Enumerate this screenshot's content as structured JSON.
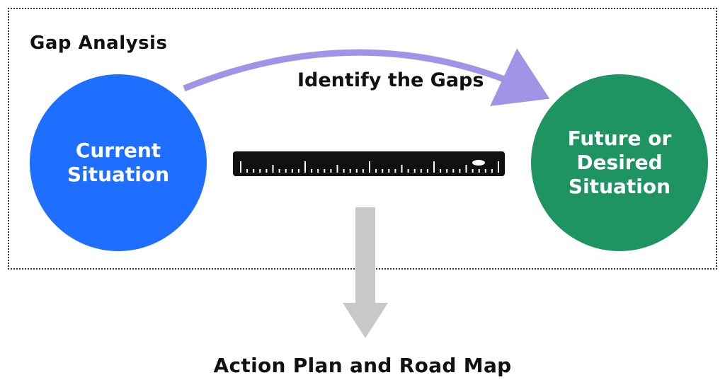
{
  "frame": {
    "title": "Gap Analysis"
  },
  "gap": {
    "label": "Identify the Gaps"
  },
  "current": {
    "label": "Current\nSituation",
    "color": "#1e6eff"
  },
  "future": {
    "label": "Future or\nDesired\nSituation",
    "color": "#1f9463"
  },
  "arc": {
    "color": "#a393e6"
  },
  "ruler": {
    "icon": "ruler-icon",
    "color": "#111111"
  },
  "down_arrow": {
    "icon": "down-arrow-icon",
    "color": "#c8c8c8"
  },
  "outcome": {
    "label": "Action Plan and Road Map"
  }
}
